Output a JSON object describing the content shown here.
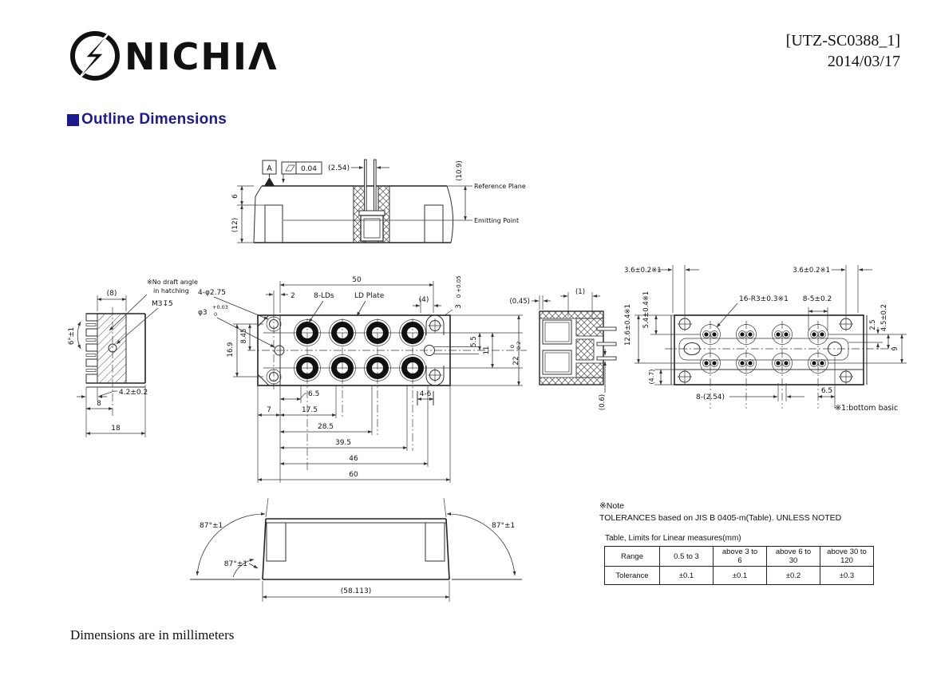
{
  "header": {
    "doc_id": "[UTZ-SC0388_1]",
    "date": "2014/03/17"
  },
  "logo": {
    "brand": "NICHIΛ"
  },
  "section": {
    "title": "Outline Dimensions"
  },
  "top_view": {
    "datum": "A",
    "flatness": "0.04",
    "d_2_54": "(2.54)",
    "d_10_9": "(10.9)",
    "ref_plane": "Reference Plane",
    "emit_point": "Emitting Point",
    "d_6": "6",
    "d_12": "(12)"
  },
  "left_view": {
    "d_8p": "(8)",
    "note1": "※No draft angle",
    "note2": "in hatching",
    "m3": "M3↧5",
    "angle": "6°±1",
    "d_42": "4.2±0.2",
    "d_8": "8",
    "d_18": "18"
  },
  "front_view": {
    "d50": "50",
    "d2": "2",
    "lds": "8-LDs",
    "plate": "LD Plate",
    "d4p": "(4)",
    "tol3": {
      "nom": "3",
      "up": "+0.05",
      "lo": "0"
    },
    "d845": "8.45",
    "d169": "16.9",
    "holes": "4-φ2.75",
    "phi3": {
      "pre": "φ3",
      "up": "+0.03",
      "lo": "0"
    },
    "d55": "5.5",
    "d11": "11",
    "tol22": {
      "nom": "22",
      "up": "0",
      "lo": "-0.2"
    },
    "d65": "6.5",
    "d46s": "4-6",
    "d7": "7",
    "d175": "17.5",
    "d285": "28.5",
    "d395": "39.5",
    "d46": "46",
    "d60": "60"
  },
  "section_view": {
    "d045": "(0.45)",
    "d1": "(1)",
    "d126": "12.6±0.4※1",
    "d06": "(0.6)"
  },
  "rear_view": {
    "d36l": "3.6±0.2※1",
    "d36r": "3.6±0.2※1",
    "d54": "5.4±0.4※1",
    "r3": "16-R3±0.3※1",
    "d85": "8-5±0.2",
    "d25": "2.5",
    "d45": "4.5±0.2",
    "d9": "9",
    "d47": "(4.7)",
    "d8254": "8-(2.54)",
    "d65": "6.5",
    "note": "※1:bottom basic"
  },
  "bottom_view": {
    "a1": "87°±1",
    "a2": "87°±1",
    "a3": "87°±1",
    "d58": "(58.113)"
  },
  "note": {
    "title": "※Note",
    "line": "TOLERANCES based on JIS B 0405-m(Table). UNLESS NOTED",
    "table_title": "Table, Limits for Linear measures(mm)",
    "table": {
      "r1c1": "Range",
      "r1c2": "0.5 to 3",
      "r1c3a": "above 3 to",
      "r1c3b": "6",
      "r1c4a": "above 6 to",
      "r1c4b": "30",
      "r1c5a": "above 30 to",
      "r1c5b": "120",
      "r2c1": "Tolerance",
      "r2c2": "±0.1",
      "r2c3": "±0.1",
      "r2c4": "±0.2",
      "r2c5": "±0.3"
    }
  },
  "footer": {
    "units_note": "Dimensions are in millimeters"
  }
}
